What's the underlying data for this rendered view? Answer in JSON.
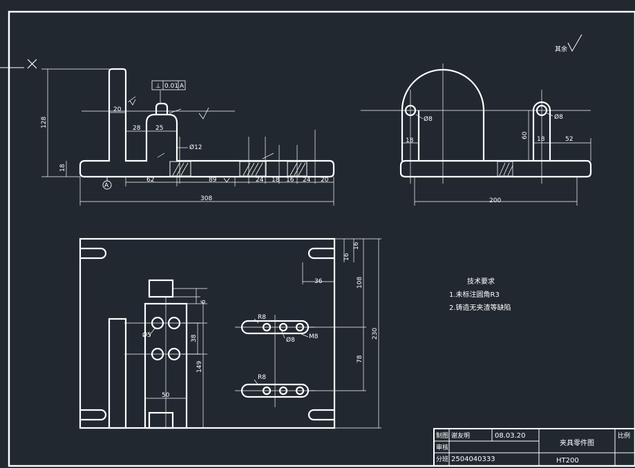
{
  "drawing": {
    "background": "#212830",
    "line_color": "#ffffff",
    "front_view": {
      "dims": {
        "overall_length": "308",
        "segments": [
          "62",
          "89",
          "24",
          "18",
          "16",
          "24",
          "20"
        ],
        "height": "128",
        "base_thickness": "18",
        "upright_width": "20",
        "offset_28": "28",
        "offset_25": "25",
        "hole_dia": "Ø12",
        "datum": "A"
      },
      "tolerance_frame": {
        "symbol": "⊥",
        "value": "0.01",
        "datum": "A"
      }
    },
    "side_view": {
      "dims": {
        "width": "200",
        "hole_left": "Ø8",
        "hole_right": "Ø8",
        "lug_height": "60",
        "lug_width_left": "18",
        "lug_width_right": "18",
        "right_offset": "52"
      }
    },
    "plan_view": {
      "dims": {
        "slot_width": "36",
        "slot_16a": "16",
        "slot_16b": "16",
        "top_part": "108",
        "overall_height": "230",
        "bottom_part": "78",
        "hole_spacing": "38",
        "block_height": "149",
        "block_width": "50",
        "gap_6": "6",
        "hole_dia": "Ø5",
        "slot_radius_1": "R8",
        "slot_radius_2": "R8",
        "slot_hole": "Ø8",
        "thread": "M8"
      }
    },
    "surface_note": "其余",
    "tech_requirements": {
      "title": "技术要求",
      "items": [
        "1.未标注圆角R3",
        "2.铸造无夹渣等缺陷"
      ]
    },
    "title_block": {
      "draw_label": "制图",
      "drawer": "谢友明",
      "date": "08.03.20",
      "check_label": "审核",
      "class_label": "分班",
      "student_id": "2504040333",
      "drawing_name": "夹具零件图",
      "material": "HT200",
      "scale_label": "比例"
    }
  }
}
